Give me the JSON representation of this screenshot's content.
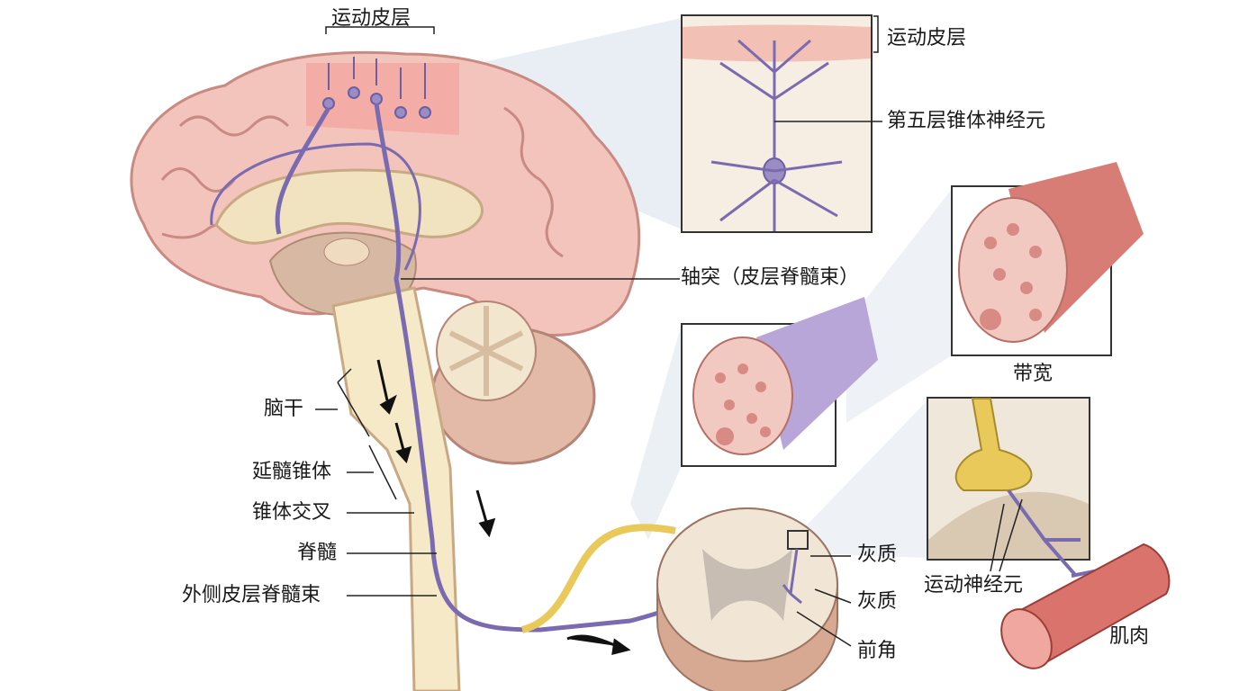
{
  "labels": {
    "motor_cortex_top": "运动皮层",
    "motor_cortex_inset": "运动皮层",
    "layer5_pyramidal": "第五层锥体神经元",
    "axon_tract": "轴突（皮层脊髓束）",
    "bandwidth": "带宽",
    "brainstem": "脑干",
    "medullary_pyramid": "延髓锥体",
    "pyramidal_decussation": "锥体交叉",
    "spinal_cord": "脊髓",
    "lateral_corticospinal_tract": "外侧皮层脊髓束",
    "gray_matter_1": "灰质",
    "gray_matter_2": "灰质",
    "anterior_horn": "前角",
    "motor_neuron": "运动神经元",
    "muscle": "肌肉"
  },
  "colors": {
    "brain": "#f2c4bc",
    "cortex_highlight": "#f3a8a0",
    "neuron": "#9a8cc4",
    "spinal": "#f5e9c8",
    "nerve": "#e9c95a",
    "muscle": "#d9736c",
    "callout": "#dfe6ef"
  }
}
